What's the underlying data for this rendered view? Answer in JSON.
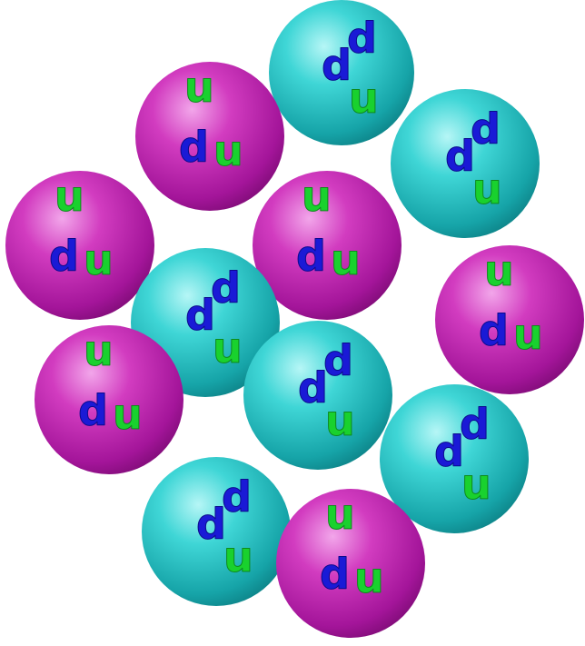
{
  "colors": {
    "background": "#ffffff",
    "proton": "#c21fb0",
    "neutron": "#1ec7c9",
    "up_quark": "#19d12e",
    "down_quark": "#1a1ad6"
  },
  "nucleons": [
    {
      "type": "neutron",
      "quarks": [
        "d",
        "d",
        "u"
      ]
    },
    {
      "type": "proton",
      "quarks": [
        "u",
        "d",
        "u"
      ]
    },
    {
      "type": "neutron",
      "quarks": [
        "d",
        "d",
        "u"
      ]
    },
    {
      "type": "proton",
      "quarks": [
        "u",
        "d",
        "u"
      ]
    },
    {
      "type": "proton",
      "quarks": [
        "u",
        "d",
        "u"
      ]
    },
    {
      "type": "neutron",
      "quarks": [
        "d",
        "d",
        "u"
      ]
    },
    {
      "type": "proton",
      "quarks": [
        "u",
        "d",
        "u"
      ]
    },
    {
      "type": "proton",
      "quarks": [
        "u",
        "d",
        "u"
      ]
    },
    {
      "type": "neutron",
      "quarks": [
        "d",
        "d",
        "u"
      ]
    },
    {
      "type": "neutron",
      "quarks": [
        "d",
        "d",
        "u"
      ]
    },
    {
      "type": "neutron",
      "quarks": [
        "d",
        "d",
        "u"
      ]
    },
    {
      "type": "proton",
      "quarks": [
        "u",
        "d",
        "u"
      ]
    }
  ]
}
